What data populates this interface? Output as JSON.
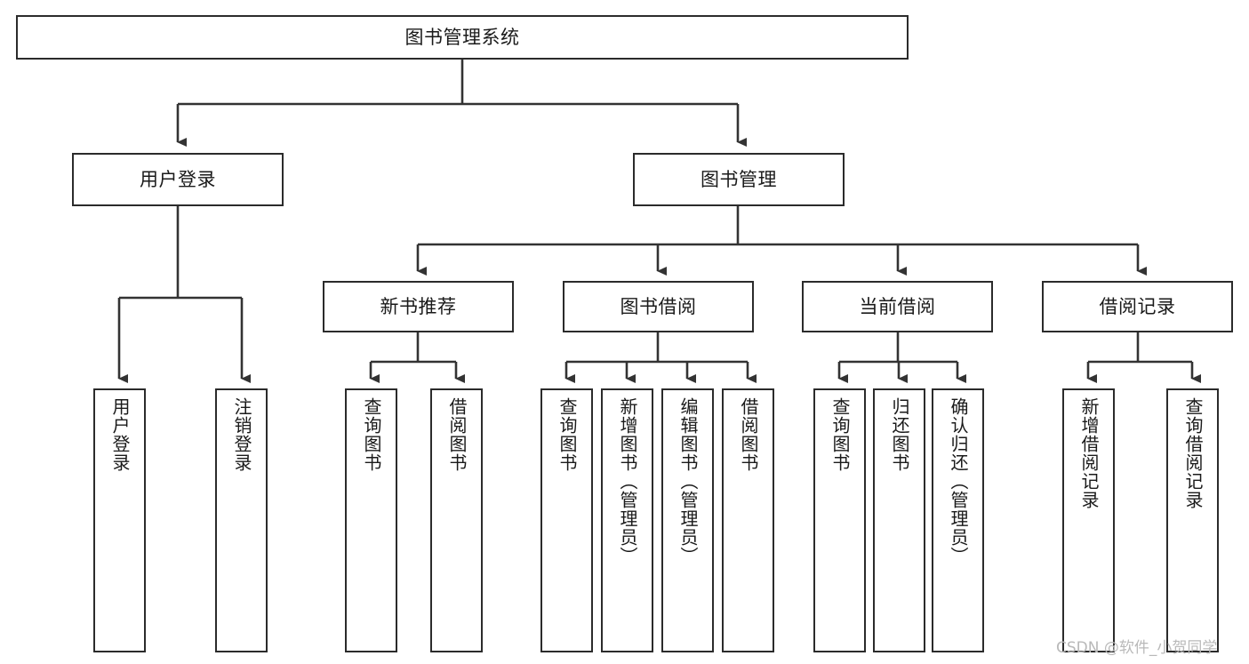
{
  "diagram": {
    "title": "图书管理系统",
    "type": "functional-structure-tree",
    "root": {
      "id": "root",
      "label": "图书管理系统"
    },
    "level2": [
      {
        "id": "user-login",
        "label": "用户登录"
      },
      {
        "id": "book-management",
        "label": "图书管理"
      }
    ],
    "level3": [
      {
        "id": "new-book-recommend",
        "label": "新书推荐",
        "parent": "book-management"
      },
      {
        "id": "book-borrow",
        "label": "图书借阅",
        "parent": "book-management"
      },
      {
        "id": "current-borrow",
        "label": "当前借阅",
        "parent": "book-management"
      },
      {
        "id": "borrow-record",
        "label": "借阅记录",
        "parent": "book-management"
      }
    ],
    "leaves": {
      "user-login": [
        {
          "id": "leaf-user-login",
          "label": "用户登录"
        },
        {
          "id": "leaf-logout",
          "label": "注销登录"
        }
      ],
      "new-book-recommend": [
        {
          "id": "leaf-query-book-1",
          "label": "查询图书"
        },
        {
          "id": "leaf-borrow-book-1",
          "label": "借阅图书"
        }
      ],
      "book-borrow": [
        {
          "id": "leaf-query-book-2",
          "label": "查询图书"
        },
        {
          "id": "leaf-add-book",
          "label": "新增图书（管理员）"
        },
        {
          "id": "leaf-edit-book",
          "label": "编辑图书（管理员）"
        },
        {
          "id": "leaf-borrow-book-2",
          "label": "借阅图书"
        }
      ],
      "current-borrow": [
        {
          "id": "leaf-query-book-3",
          "label": "查询图书"
        },
        {
          "id": "leaf-return-book",
          "label": "归还图书"
        },
        {
          "id": "leaf-confirm-return",
          "label": "确认归还（管理员）"
        }
      ],
      "borrow-record": [
        {
          "id": "leaf-add-record",
          "label": "新增借阅记录"
        },
        {
          "id": "leaf-query-record",
          "label": "查询借阅记录"
        }
      ]
    }
  },
  "watermark": {
    "text": "CSDN @软件_小贺同学"
  },
  "colors": {
    "box_border": "#2b2b2b",
    "box_fill": "#ffffff",
    "connector": "#333333",
    "text": "#1a1a1a",
    "watermark": "#b9b9b9",
    "background": "#ffffff"
  }
}
